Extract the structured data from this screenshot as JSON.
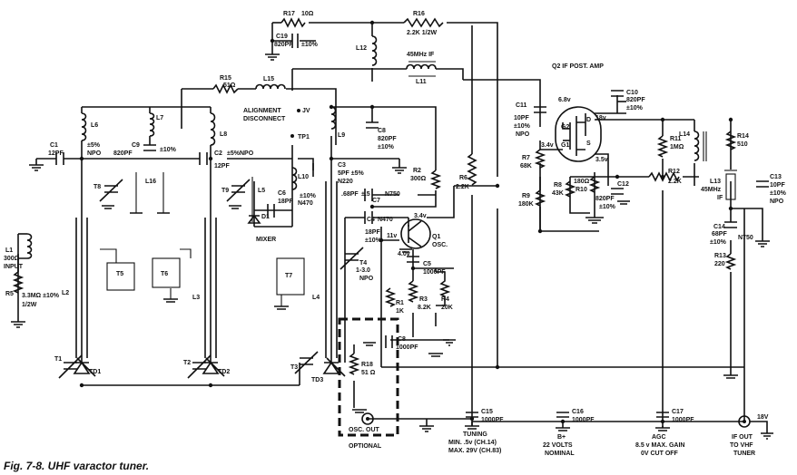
{
  "caption": "Fig. 7-8. UHF varactor tuner.",
  "labels": {
    "r17": "R17",
    "r17v": "10Ω",
    "c19": "C19",
    "c19v": "820PF",
    "c19t": "±10%",
    "r16": "R16",
    "r16v": "2.2K 1/2W",
    "l12": "L12",
    "if45": "45MHz IF",
    "l11": "L11",
    "r15": "R15",
    "r15v": "51Ω",
    "l15": "L15",
    "align1": "ALIGNMENT",
    "align2": "DISCONNECT",
    "jv": "JV",
    "tp1": "TP1",
    "q2title": "Q2 IF POST. AMP",
    "c11": "C11",
    "c11v": "10PF",
    "c11t": "±10%",
    "c11n": "NPO",
    "v6_8": "6.8v",
    "c10": "C10",
    "c10v": "820PF",
    "c10t": "±10%",
    "v18a": "18v",
    "g2": "G2",
    "d": "D",
    "v3_4": "3.4v",
    "g1": "G1",
    "s": "S",
    "v3_5": "3.5v",
    "r11": "R11",
    "r11v": "1MΩ",
    "l14": "L14",
    "r14": "R14",
    "r14v": "510",
    "r12": "R12",
    "r12v": "2.2K",
    "r7": "R7",
    "r7v": "68K",
    "r8": "R8",
    "r8v": "43K",
    "r10": "180Ω",
    "r10l": "R10",
    "c12": "C12",
    "c12v": "820PF",
    "c12t": "±10%",
    "r9": "R9",
    "r9v": "180K",
    "l13": "L13",
    "l13v": "45MHz",
    "l13i": "IF",
    "c13": "C13",
    "c13v": "10PF",
    "c13t": "±10%",
    "c13n": "NPO",
    "l6": "L6",
    "l7": "L7",
    "l8": "L8",
    "c1": "C1",
    "c1v": "12PF",
    "c1t": "±5%",
    "c1n": "NPO",
    "c9": "C9",
    "c9v": "820PF",
    "c9t": "±10%",
    "c2": "C2",
    "c2t": "±5%",
    "c2n": "NPO",
    "c2v": "12PF",
    "c8": "C8",
    "c8v": "820PF",
    "c8t": "±10%",
    "l9": "L9",
    "c3": "C3",
    "c3v": "5PF ±5%",
    "c3n": "N220",
    "r2": "R2",
    "r2v": "300Ω",
    "r6": "R6",
    "r6v": "2.2K",
    "l10": "L10",
    "t8": "T8",
    "l16": "L16",
    "t9": "T9",
    "l5": "L5",
    "c6": "C6",
    "c6v": "18PF",
    "c6t": "±10%",
    "c6n": "N470",
    "c7v": ".68PF",
    "c7t": "±.5",
    "c7": "C7",
    "c7n": "N750",
    "d1": "D1",
    "mixer": "MIXER",
    "c4": "C4",
    "c4n": "N470",
    "c4v": "18PF",
    "c4t": "±10%",
    "v3_4b": "3.4v",
    "v11": "11v",
    "v4_0": "4.0v",
    "q1": "Q1",
    "osc": "OSC.",
    "t4": "T4",
    "t4v": "1-3.0",
    "t4n": "NPO",
    "c5": "C5",
    "c5v": "1000PF",
    "c14": "C14",
    "c14v": "68PF",
    "c14t": "±10%",
    "c14n": "N750",
    "r13": "R13",
    "r13v": "220",
    "l1": "L1",
    "l1v": "300Ω",
    "input": "INPUT",
    "r5": "R5",
    "r5v": "3.3MΩ ±10%",
    "r5w": "1/2W",
    "l2": "L2",
    "l3": "L3",
    "l4": "L4",
    "t5": "T5",
    "t6": "T6",
    "t7": "T7",
    "r1": "R1",
    "r1v": "1K",
    "r3": "R3",
    "r3v": "8.2K",
    "r4": "R4",
    "r4v": "20K",
    "c8b": "C8",
    "c8bv": "1000PF",
    "t1": "T1",
    "td1": "TD1",
    "t2": "T2",
    "td2": "TD2",
    "t3": "T3",
    "td3": "TD3",
    "r18": "R18",
    "r18v": "51 Ω",
    "oscout": "OSC. OUT",
    "optional": "OPTIONAL",
    "c15": "C15",
    "c15v": "1000PF",
    "tuning": "TUNING",
    "tuningmin": "MIN. .5v (CH.14)",
    "tuningmax": "MAX. 29V (CH.83)",
    "c16": "C16",
    "c16v": "1000PF",
    "bplus": "B+",
    "bplusv": "22 VOLTS",
    "nominal": "NOMINAL",
    "c17": "C17",
    "c17v": "1000PF",
    "agc": "AGC",
    "agcv": "8.5 v MAX. GAIN",
    "agcc": "0V CUT OFF",
    "v18": "18V",
    "ifout": "IF OUT",
    "tovhf": "TO VHF",
    "tuner": "TUNER"
  }
}
